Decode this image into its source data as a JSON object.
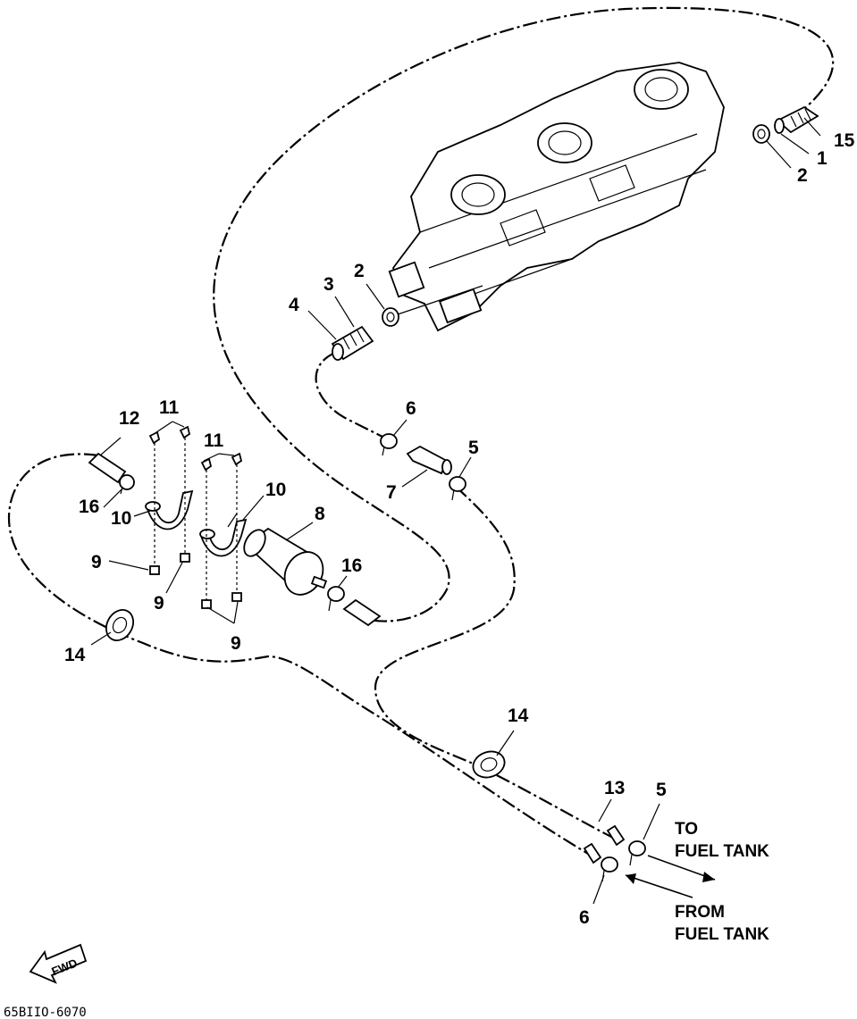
{
  "callouts": {
    "c1": "1",
    "c2a": "2",
    "c2b": "2",
    "c3": "3",
    "c4": "4",
    "c5a": "5",
    "c5b": "5",
    "c6a": "6",
    "c6b": "6",
    "c7": "7",
    "c8": "8",
    "c9a": "9",
    "c9b": "9",
    "c9c": "9",
    "c10a": "10",
    "c10b": "10",
    "c11a": "11",
    "c11b": "11",
    "c12": "12",
    "c13": "13",
    "c14a": "14",
    "c14b": "14",
    "c15": "15",
    "c16a": "16",
    "c16b": "16"
  },
  "directions": {
    "to_line1": "TO",
    "to_line2": "FUEL TANK",
    "from_line1": "FROM",
    "from_line2": "FUEL TANK"
  },
  "fwd_label": "FWD",
  "diagram_code": "65BIIO-6070",
  "icons": {
    "fwd_arrow": "fwd-arrow-icon"
  }
}
